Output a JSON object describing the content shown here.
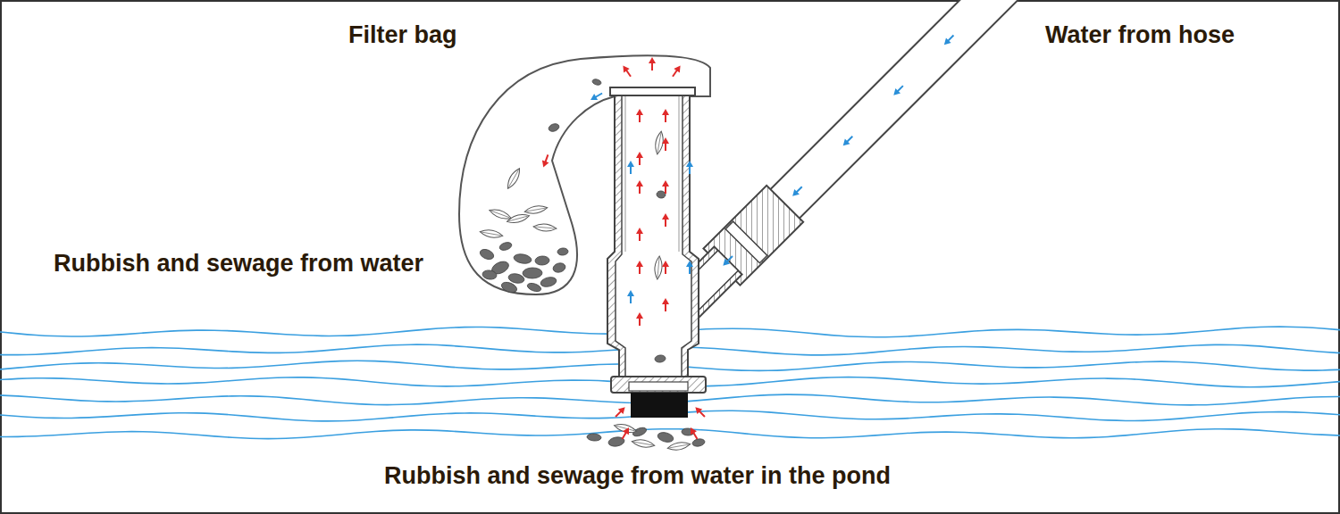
{
  "diagram": {
    "labels": [
      "Filter bag",
      "Water from hose",
      "Rubbish and sewage from water",
      "Rubbish and sewage from water in the pond"
    ]
  }
}
